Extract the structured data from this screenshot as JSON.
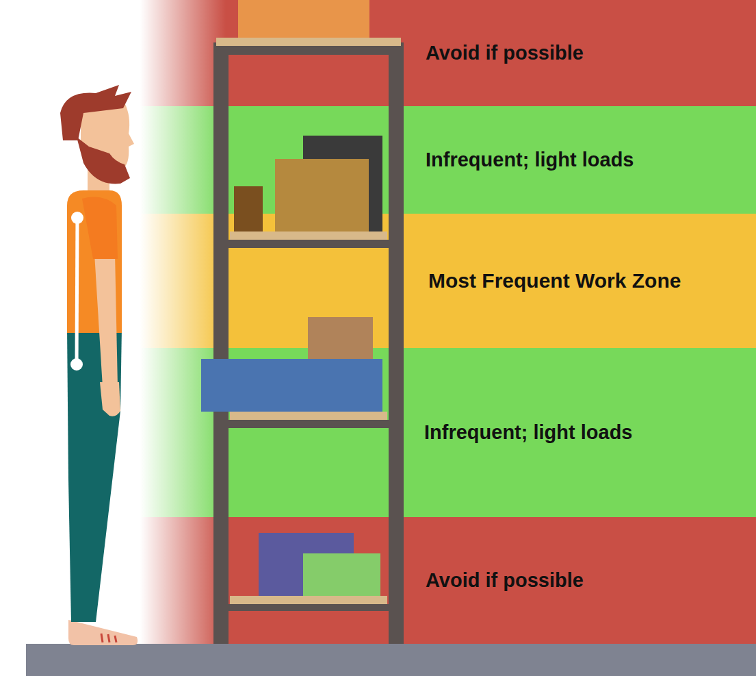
{
  "diagram": {
    "nodes": [
      {
        "text": [
          "Avoid if possible"
        ]
      },
      {
        "text": [
          "Infrequent; light loads"
        ]
      },
      {
        "text": [
          "Most Frequent Work Zone"
        ]
      },
      {
        "text": [
          "Infrequent; light loads"
        ]
      },
      {
        "text": [
          "Avoid if possible"
        ]
      }
    ]
  }
}
